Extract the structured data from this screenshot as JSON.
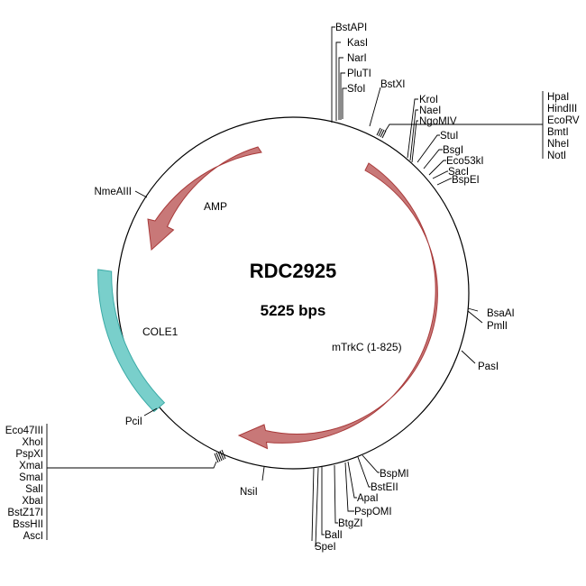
{
  "plasmid": {
    "name": "RDC2925",
    "size_label": "5225 bps"
  },
  "colors": {
    "backbone": "#000000",
    "cds_fill": "#c87878",
    "cds_stroke": "#a83a3a",
    "origin_fill": "#79cfcb",
    "origin_stroke": "#3aaaa6"
  },
  "features": [
    {
      "name": "AMP",
      "type": "arrow-ccw"
    },
    {
      "name": "COLE1",
      "type": "box"
    },
    {
      "name": "mTrkC (1-825)",
      "type": "arrow-cw"
    }
  ],
  "site_groups": [
    {
      "id": "g-top-left",
      "labels": [
        "BstAPI",
        "KasI",
        "NarI",
        "PluTI",
        "SfoI"
      ]
    },
    {
      "id": "g-bstxi",
      "labels": [
        "BstXI"
      ]
    },
    {
      "id": "g-top-mid",
      "labels": [
        "KroI",
        "NaeI",
        "NgoMIV"
      ]
    },
    {
      "id": "g-top-right",
      "labels": [
        "HpaI",
        "HindIII",
        "EcoRV",
        "BmtI",
        "NheI",
        "NotI"
      ]
    },
    {
      "id": "g-stu",
      "labels": [
        "StuI",
        "BsgI",
        "Eco53kI",
        "SacI",
        "BspEI"
      ]
    },
    {
      "id": "g-right",
      "labels": [
        "BsaAI",
        "PmlI"
      ]
    },
    {
      "id": "g-pasi",
      "labels": [
        "PasI"
      ]
    },
    {
      "id": "g-bottom-right",
      "labels": [
        "BspMI",
        "BstEII",
        "ApaI",
        "PspOMI",
        "BtgZI",
        "BalI",
        "SpeI"
      ]
    },
    {
      "id": "g-nsii",
      "labels": [
        "NsiI"
      ]
    },
    {
      "id": "g-bottom-left",
      "labels": [
        "Eco47III",
        "XhoI",
        "PspXI",
        "XmaI",
        "SmaI",
        "SalI",
        "XbaI",
        "BstZ17I",
        "BssHII",
        "AscI"
      ]
    },
    {
      "id": "g-pcii",
      "labels": [
        "PciI"
      ]
    },
    {
      "id": "g-nmeaiii",
      "labels": [
        "NmeAIII"
      ]
    }
  ]
}
